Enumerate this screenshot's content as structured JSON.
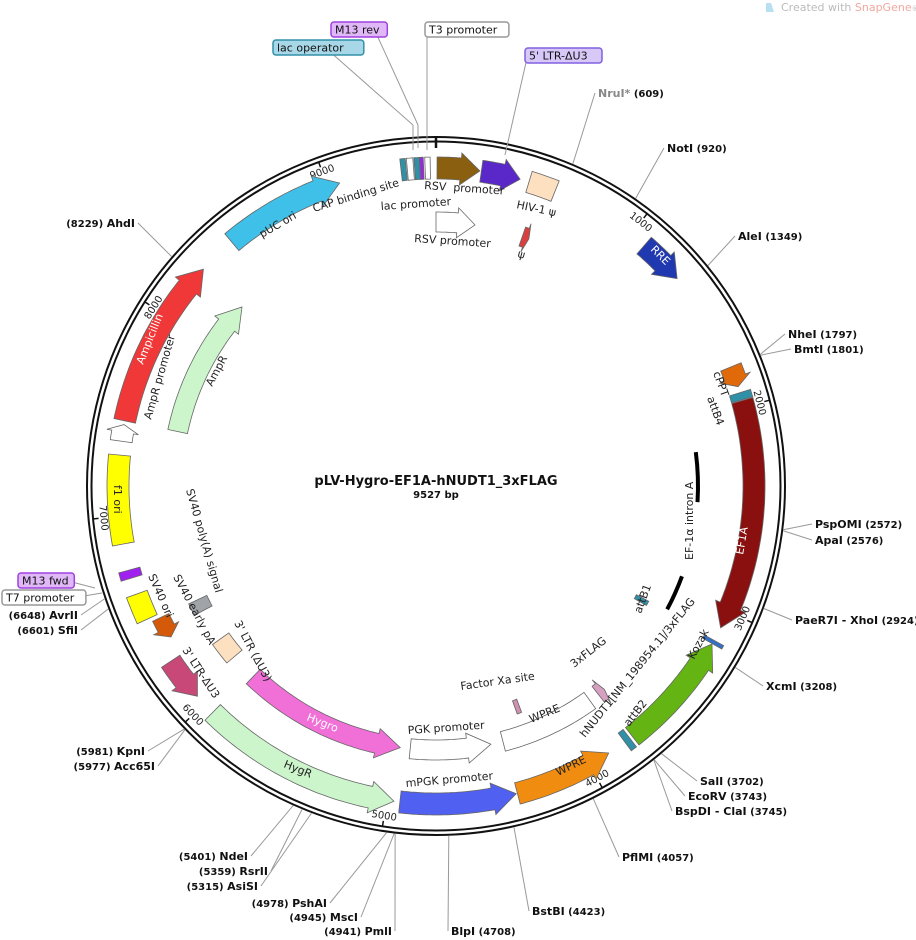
{
  "watermark": {
    "prefix": "Created with ",
    "brand": "SnapGene",
    "suffix": "®"
  },
  "plasmid": {
    "name": "pLV-Hygro-EF1A-hNUDT1_3xFLAG",
    "length_label": "9527 bp",
    "length_bp": 9527
  },
  "ticks": [
    "1000",
    "2000",
    "3000",
    "4000",
    "5000",
    "6000",
    "7000",
    "8000",
    "9000"
  ],
  "features": [
    {
      "id": "puc-ori",
      "label": "pUC ori",
      "start": 8470,
      "end": 9060,
      "dir": 1,
      "track": "outer",
      "color": "#3fc0e8"
    },
    {
      "id": "ampr-promoter",
      "label": "AmpR promoter",
      "start": 7360,
      "end": 7440,
      "dir": 1,
      "track": "outer",
      "color": "#ffffff"
    },
    {
      "id": "ampicillin",
      "label": "Ampicillin",
      "start": 7458,
      "end": 8283,
      "dir": 1,
      "track": "outer",
      "color": "#f03838"
    },
    {
      "id": "ampr",
      "label": "AmpR",
      "start": 7460,
      "end": 8275,
      "dir": 1,
      "track": "inner",
      "color": "#ccf5cc"
    },
    {
      "id": "f1-ori",
      "label": "f1 ori",
      "start": 6867,
      "end": 7293,
      "dir": 0,
      "track": "outer",
      "color": "#ffff00"
    },
    {
      "id": "m13-fwd-feat",
      "label": "",
      "start": 6700,
      "end": 6740,
      "dir": 0,
      "track": "outer",
      "color": "#a020f0"
    },
    {
      "id": "sv40-ori",
      "label": "SV40 ori",
      "start": 6490,
      "end": 6620,
      "dir": 0,
      "track": "outer",
      "color": "#ffff00"
    },
    {
      "id": "sv40-early-pa",
      "label": "SV40 early pA",
      "start": 6360,
      "end": 6470,
      "dir": -1,
      "track": "mid",
      "color": "#d45a0a"
    },
    {
      "id": "ltr3-du3",
      "label": "3' LTR-ΔU3",
      "start": 6050,
      "end": 6260,
      "dir": -1,
      "track": "outer",
      "color": "#c84878"
    },
    {
      "id": "sv40-polya",
      "label": "SV40 poly(A) signal",
      "start": 6400,
      "end": 6470,
      "dir": 0,
      "track": "inner",
      "color": "#a0a4a8"
    },
    {
      "id": "ltr3-du3-inner",
      "label": "3' LTR (ΔU3)",
      "start": 6080,
      "end": 6210,
      "dir": 0,
      "track": "inner",
      "color": "#fde0c0"
    },
    {
      "id": "hygr",
      "label": "HygR",
      "start": 4965,
      "end": 5944,
      "dir": -1,
      "track": "outer",
      "color": "#ccf5cc"
    },
    {
      "id": "hygro",
      "label": "Hygro",
      "start": 4970,
      "end": 5923,
      "dir": -1,
      "track": "inner",
      "color": "#f070d8"
    },
    {
      "id": "mpgk-promoter",
      "label": "mPGK promoter",
      "start": 4377,
      "end": 4936,
      "dir": -1,
      "track": "outer",
      "color": "#5060f0"
    },
    {
      "id": "pgk-promoter",
      "label": "PGK promoter",
      "start": 4446,
      "end": 4912,
      "dir": -1,
      "track": "inner",
      "color": "#ffffff"
    },
    {
      "id": "wpre",
      "label": "WPRE",
      "start": 3893,
      "end": 4371,
      "dir": -1,
      "track": "outer",
      "color": "#f08c10"
    },
    {
      "id": "wpre-inner",
      "label": "WPRE",
      "start": 3820,
      "end": 4375,
      "dir": 0,
      "track": "inner",
      "color": "#ffffff"
    },
    {
      "id": "factor-xa",
      "label": "Factor Xa site",
      "start": 4215,
      "end": 4245,
      "dir": 0,
      "track": "innermost",
      "color": "#d090b0"
    },
    {
      "id": "flag3",
      "label": "3xFLAG",
      "start": 3715,
      "end": 3760,
      "dir": -1,
      "track": "inner",
      "color": "#d8a0c0"
    },
    {
      "id": "attb2",
      "label": "attB2",
      "start": 3770,
      "end": 3800,
      "dir": 0,
      "track": "outer",
      "color": "#3090a8"
    },
    {
      "id": "hnudt1",
      "label": "hNUDT1[NM_198954.1]/3xFLAG",
      "start": 3170,
      "end": 3755,
      "dir": -1,
      "track": "outer",
      "color": "#64b414"
    },
    {
      "id": "kozak",
      "label": "Kozak",
      "start": 3150,
      "end": 3168,
      "dir": 0,
      "track": "outer",
      "color": "#3070c8"
    },
    {
      "id": "ef1a",
      "label": "EF1A",
      "start": 1969,
      "end": 3083,
      "dir": 1,
      "track": "outer",
      "color": "#8a1010"
    },
    {
      "id": "attb4",
      "label": "attB4",
      "start": 1930,
      "end": 1965,
      "dir": 0,
      "track": "outer",
      "color": "#3090a8"
    },
    {
      "id": "cppt",
      "label": "cPPT",
      "start": 1800,
      "end": 1900,
      "dir": 1,
      "track": "outer",
      "color": "#e06a0a"
    },
    {
      "id": "rre",
      "label": "RRE",
      "start": 1082,
      "end": 1305,
      "dir": 1,
      "track": "outer",
      "color": "#2038b0"
    },
    {
      "id": "rsv-promoter-outer",
      "label": "RSV  promoter",
      "start": 5,
      "end": 210,
      "dir": 1,
      "track": "outer",
      "color": "#8a6010"
    },
    {
      "id": "ltr5-du3",
      "label": "",
      "start": 217,
      "end": 406,
      "dir": 1,
      "track": "outer",
      "color": "#5a28c8"
    },
    {
      "id": "hiv1-psi",
      "label": "HIV-1 ψ",
      "start": 450,
      "end": 582,
      "dir": 0,
      "track": "outer",
      "color": "#fde0c0"
    },
    {
      "id": "rsv-promoter-inner",
      "label": "RSV promoter",
      "start": 0,
      "end": 225,
      "dir": 1,
      "track": "inner",
      "color": "#ffffff"
    },
    {
      "id": "psi",
      "label": "ψ",
      "start": 505,
      "end": 545,
      "dir": 1,
      "track": "inner",
      "color": "#d84040"
    },
    {
      "id": "cap-site",
      "label": "CAP binding site",
      "start": 9360,
      "end": 9385,
      "dir": 0,
      "track": "outer",
      "color": "#3090a8"
    },
    {
      "id": "lac-promoter",
      "label": "lac promoter",
      "start": 9390,
      "end": 9420,
      "dir": 0,
      "track": "outer",
      "color": "#ffffff"
    },
    {
      "id": "lac-operator",
      "label": "",
      "start": 9425,
      "end": 9450,
      "dir": 0,
      "track": "outer",
      "color": "#3090a8"
    },
    {
      "id": "m13-rev-feat",
      "label": "",
      "start": 9452,
      "end": 9468,
      "dir": 0,
      "track": "outer",
      "color": "#a020f0"
    },
    {
      "id": "t3-feat",
      "label": "",
      "start": 9475,
      "end": 9500,
      "dir": 0,
      "track": "outer",
      "color": "#ffffff"
    },
    {
      "id": "attb1",
      "label": "attB1",
      "start": 3135,
      "end": 3165,
      "dir": 0,
      "track": "innermost",
      "color": "#3090a8"
    },
    {
      "id": "ef1a-intron",
      "label": "EF-1α intron A",
      "start": 2185,
      "end": 3125,
      "dir": 0,
      "track": "line",
      "color": "#000000"
    }
  ],
  "boxes": [
    {
      "label": "M13 rev",
      "color": "#e0b8f8",
      "border": "#a040e0"
    },
    {
      "label": "lac operator",
      "color": "#a8d8e8",
      "border": "#3090a8"
    },
    {
      "label": "T3 promoter",
      "color": "#ffffff",
      "border": "#999999"
    },
    {
      "label": "5' LTR-ΔU3",
      "color": "#d8c8f8",
      "border": "#8060e0"
    },
    {
      "label": "M13 fwd",
      "color": "#e0b8f8",
      "border": "#a040e0"
    },
    {
      "label": "T7 promoter",
      "color": "#ffffff",
      "border": "#999999"
    }
  ],
  "enzymes": [
    {
      "name": "NruI*",
      "pos": "(609)",
      "muted": true
    },
    {
      "name": "NotI",
      "pos": "(920)"
    },
    {
      "name": "AleI",
      "pos": "(1349)"
    },
    {
      "name": "NheI",
      "pos": "(1797)"
    },
    {
      "name": "BmtI",
      "pos": "(1801)"
    },
    {
      "name": "PspOMI",
      "pos": "(2572)"
    },
    {
      "name": "ApaI",
      "pos": "(2576)"
    },
    {
      "name": "PaeR7I - XhoI",
      "pos": "(2924)"
    },
    {
      "name": "XcmI",
      "pos": "(3208)"
    },
    {
      "name": "SalI",
      "pos": "(3702)"
    },
    {
      "name": "EcoRV",
      "pos": "(3743)"
    },
    {
      "name": "BspDI - ClaI",
      "pos": "(3745)"
    },
    {
      "name": "PflMI",
      "pos": "(4057)"
    },
    {
      "name": "BstBI",
      "pos": "(4423)"
    },
    {
      "name": "BlpI",
      "pos": "(4708)"
    },
    {
      "name": "PmlI",
      "pos": "(4941)"
    },
    {
      "name": "MscI",
      "pos": "(4945)"
    },
    {
      "name": "PshAI",
      "pos": "(4978)"
    },
    {
      "name": "AsiSI",
      "pos": "(5315)"
    },
    {
      "name": "RsrII",
      "pos": "(5359)"
    },
    {
      "name": "NdeI",
      "pos": "(5401)"
    },
    {
      "name": "Acc65I",
      "pos": "(5977)"
    },
    {
      "name": "KpnI",
      "pos": "(5981)"
    },
    {
      "name": "SfiI",
      "pos": "(6601)"
    },
    {
      "name": "AvrII",
      "pos": "(6648)"
    },
    {
      "name": "AhdI",
      "pos": "(8229)"
    }
  ]
}
